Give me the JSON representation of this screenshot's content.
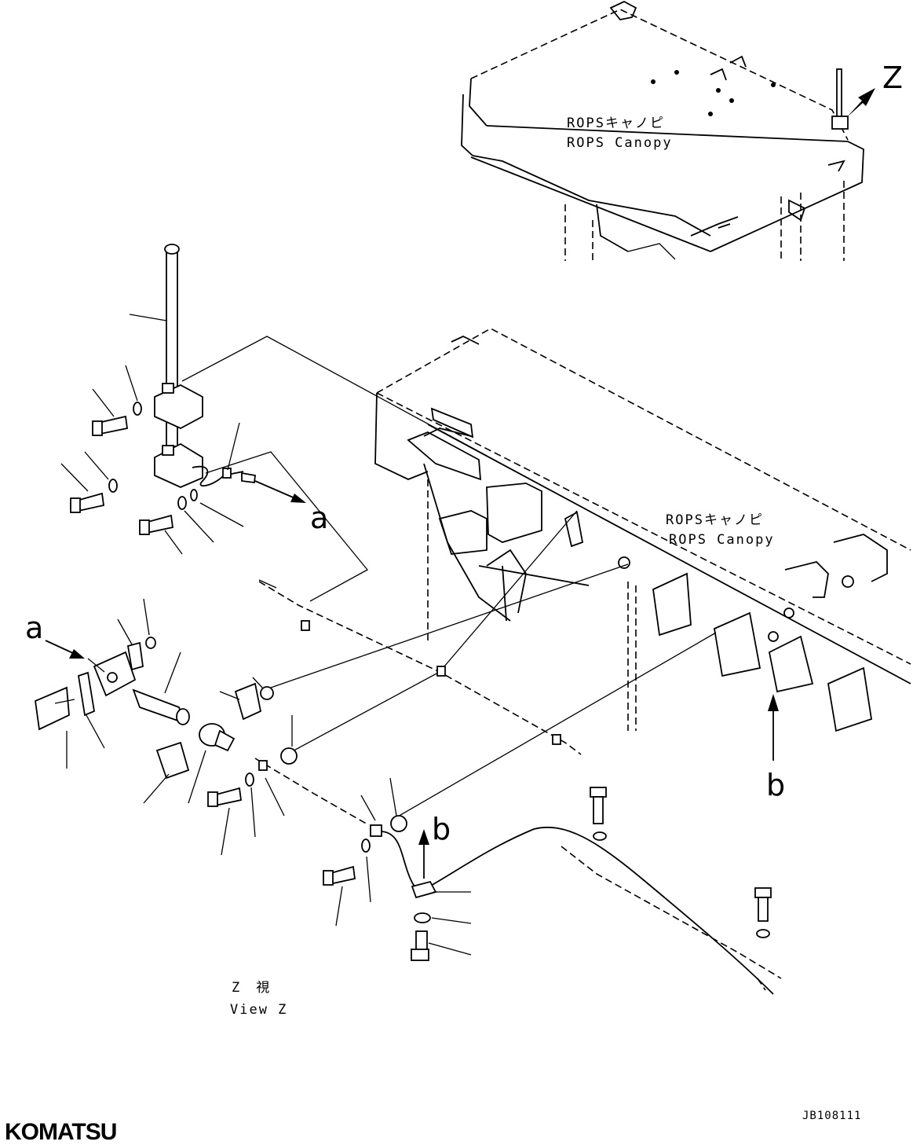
{
  "diagram": {
    "top_view_label_ja": "ROPSキャノピ",
    "top_view_label_en": "ROPS Canopy",
    "main_label_ja": "ROPSキャノピ",
    "main_label_en": "ROPS Canopy",
    "arrow_z": "Z",
    "ref_a_left": "a",
    "ref_a_right": "a",
    "ref_b_bottom": "b",
    "ref_b_right": "b",
    "view_ja": "Z　視",
    "view_en": "View Z",
    "drawing_code": "JB108111",
    "brand": "KOMATSU"
  }
}
